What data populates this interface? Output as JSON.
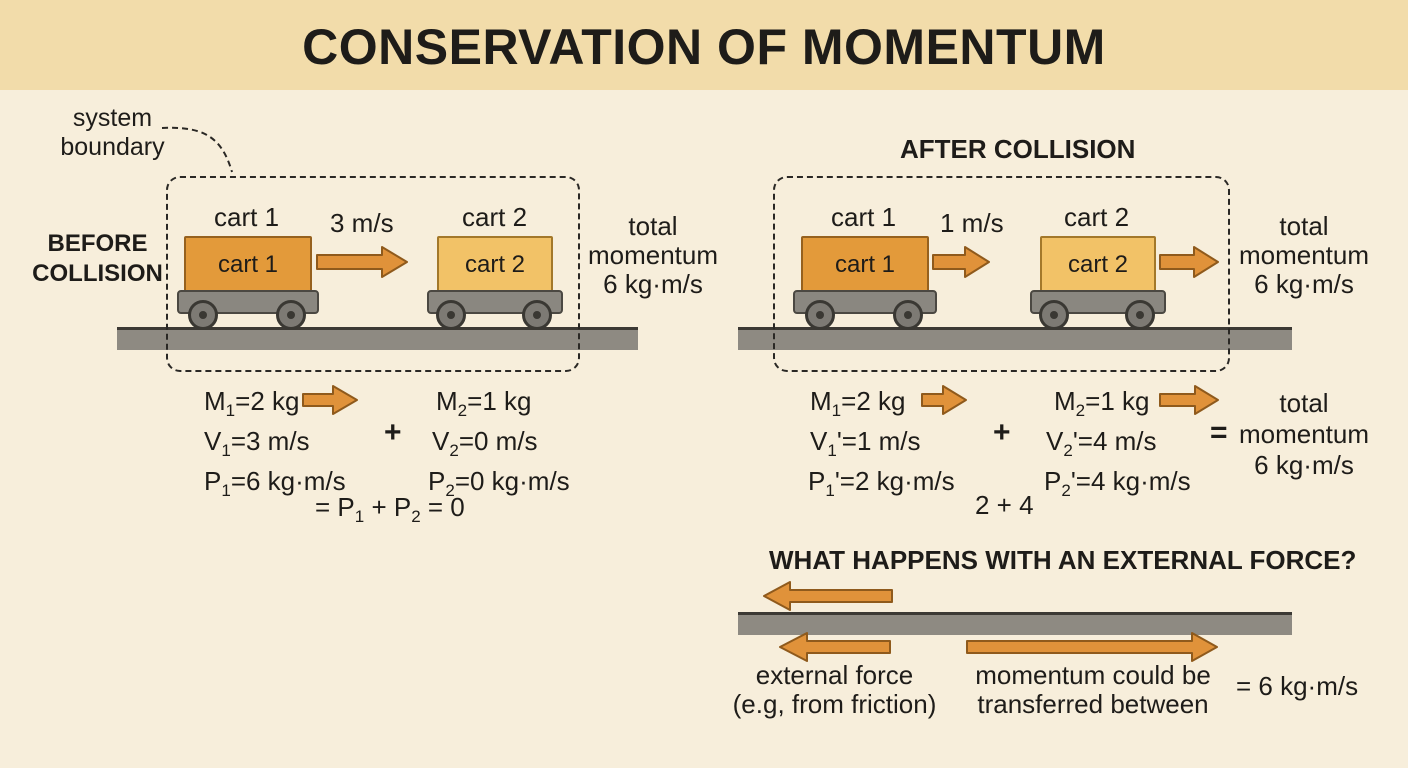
{
  "title": "CONSERVATION OF MOMENTUM",
  "system_boundary": {
    "line1": "system",
    "line2": "boundary"
  },
  "before": {
    "heading_line1": "BEFORE",
    "heading_line2": "COLLISION",
    "cart1_label": "cart 1",
    "cart2_label": "cart 2",
    "cart1_box": "cart 1",
    "cart2_box": "cart 2",
    "velocity": "3 m/s",
    "total_line1": "total",
    "total_line2": "momentum",
    "total_line3": "6 kg·m/s",
    "m1": "=2 kg",
    "v1": "=3 m/s",
    "p1": "=6 kg·m/s",
    "m2": "=1 kg",
    "v2": "=0 m/s",
    "p2": "=0 kg·m/s",
    "plus": "+",
    "sum": {
      "eq": "= P",
      "plus": " + P",
      "result": " = 0"
    }
  },
  "after": {
    "heading": "AFTER COLLISION",
    "cart1_label": "cart 1",
    "cart2_label": "cart 2",
    "cart1_box": "cart 1",
    "cart2_box": "cart 2",
    "velocity": "1 m/s",
    "total_line1": "total",
    "total_line2": "momentum",
    "total_line3": "6 kg·m/s",
    "m1": "=2 kg",
    "v1": "'=1 m/s",
    "p1": "'=2 kg·m/s",
    "m2": "=1 kg",
    "v2": "'=4 m/s",
    "p2": "'=4 kg·m/s",
    "plus": "+",
    "equals": "=",
    "eq_total_line1": "total",
    "eq_total_line2": "momentum",
    "eq_total_line3": "6 kg·m/s",
    "sum": "2 + 4"
  },
  "external": {
    "heading": "WHAT HAPPENS WITH AN EXTERNAL FORCE?",
    "force_line1": "external force",
    "force_line2": "(e.g, from friction)",
    "transfer_line1": "momentum could be",
    "transfer_line2": "transferred between",
    "result": "= 6 kg·m/s"
  },
  "symbols": {
    "M": "M",
    "V": "V",
    "P": "P",
    "sub1": "1",
    "sub2": "2"
  },
  "colors": {
    "background": "#f7eedb",
    "title_bar": "#f2dcaa",
    "arrow": "#e0923a",
    "cart1": "#e39a3a",
    "cart2": "#f2c267"
  }
}
